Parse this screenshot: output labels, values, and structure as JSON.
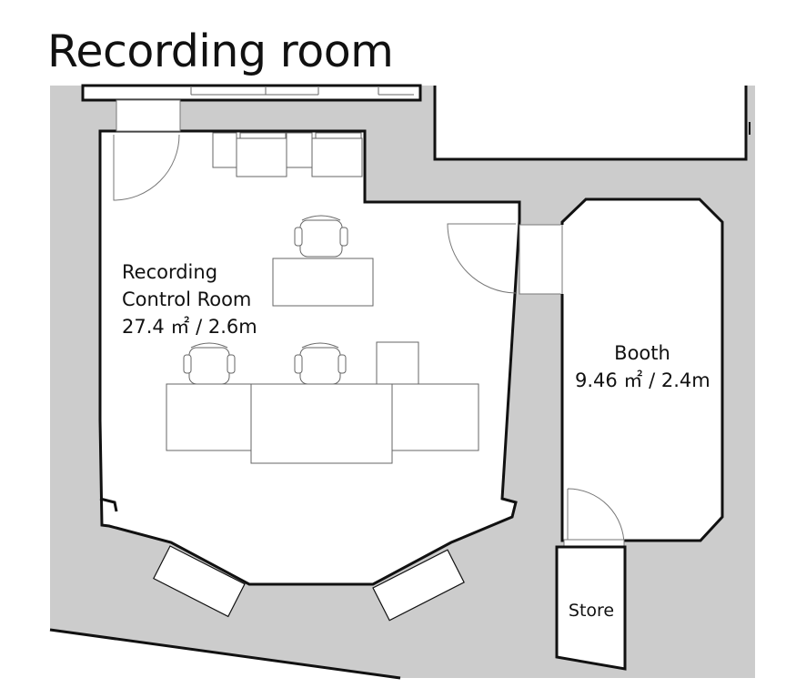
{
  "page": {
    "title": "Recording room"
  },
  "rooms": {
    "control_room": {
      "name_line1": "Recording",
      "name_line2": "Control Room",
      "specs": "27.4 ㎡ / 2.6m"
    },
    "booth": {
      "name": "Booth",
      "specs": "9.46 ㎡ / 2.4m"
    },
    "store": {
      "name": "Store"
    }
  },
  "colors": {
    "wall_fill": "#cccccc",
    "line": "#111111",
    "furniture_line": "#555555",
    "room_fill": "#ffffff"
  }
}
